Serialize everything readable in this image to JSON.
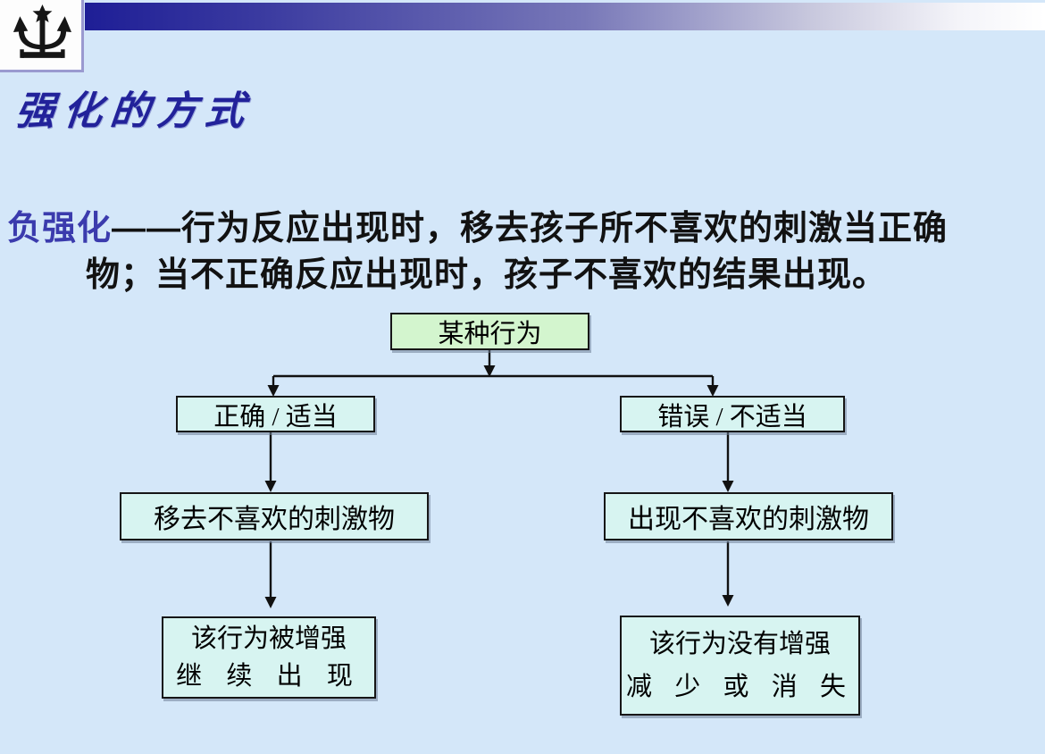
{
  "slide": {
    "title": "强化的方式",
    "body": {
      "term": "负强化",
      "line1_rest": "——行为反应出现时，移去孩子所不喜欢的刺激当正确",
      "line2": "物；当不正确反应出现时，孩子不喜欢的结果出现。"
    }
  },
  "flowchart": {
    "root": "某种行为",
    "left": {
      "condition": "正确 / 适当",
      "consequence": "移去不喜欢的刺激物",
      "outcome_line1": "该行为被增强",
      "outcome_line2": "继 续 出 现"
    },
    "right": {
      "condition": "错误 / 不适当",
      "consequence": "出现不喜欢的刺激物",
      "outcome_line1": "该行为没有增强",
      "outcome_line2": "减 少 或 消 失"
    }
  },
  "icons": {
    "corner_logo": "trident-star-icon"
  },
  "colors": {
    "background": "#D4E7F9",
    "banner_dark": "#1E1E96",
    "banner_light": "#FFFFFF",
    "title_text": "#22229A",
    "term_text": "#3B3BAD",
    "body_text": "#121212",
    "box_green_fill": "#D3F5CE",
    "box_cyan_fill": "#D7F4F1",
    "box_border": "#161616",
    "connector": "#111111"
  }
}
